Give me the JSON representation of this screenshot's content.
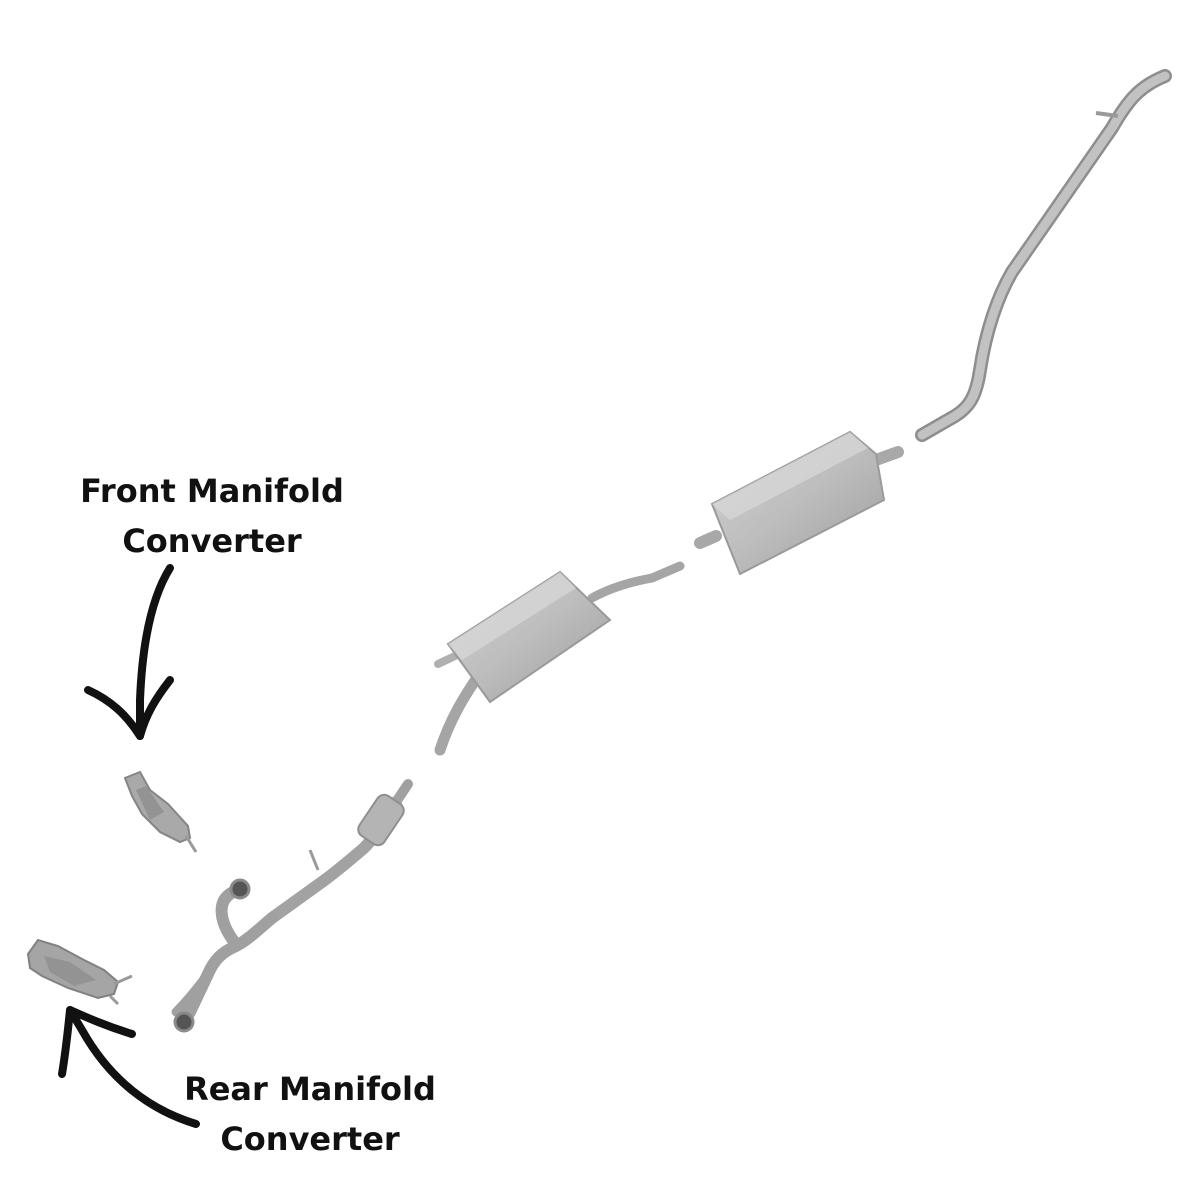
{
  "callouts": {
    "front": {
      "line1": "Front Manifold",
      "line2": "Converter"
    },
    "rear": {
      "line1": "Rear Manifold",
      "line2": "Converter"
    }
  },
  "colors": {
    "background": "#ffffff",
    "part_fill": "#b9b9b9",
    "part_shade": "#8e8e8e",
    "part_light": "#d6d6d6",
    "text": "#111111",
    "arrow": "#111111"
  },
  "parts": [
    "tailpipe",
    "rear-muffler",
    "resonator",
    "center-pipe",
    "y-pipe",
    "front-manifold-converter",
    "rear-manifold-converter"
  ]
}
